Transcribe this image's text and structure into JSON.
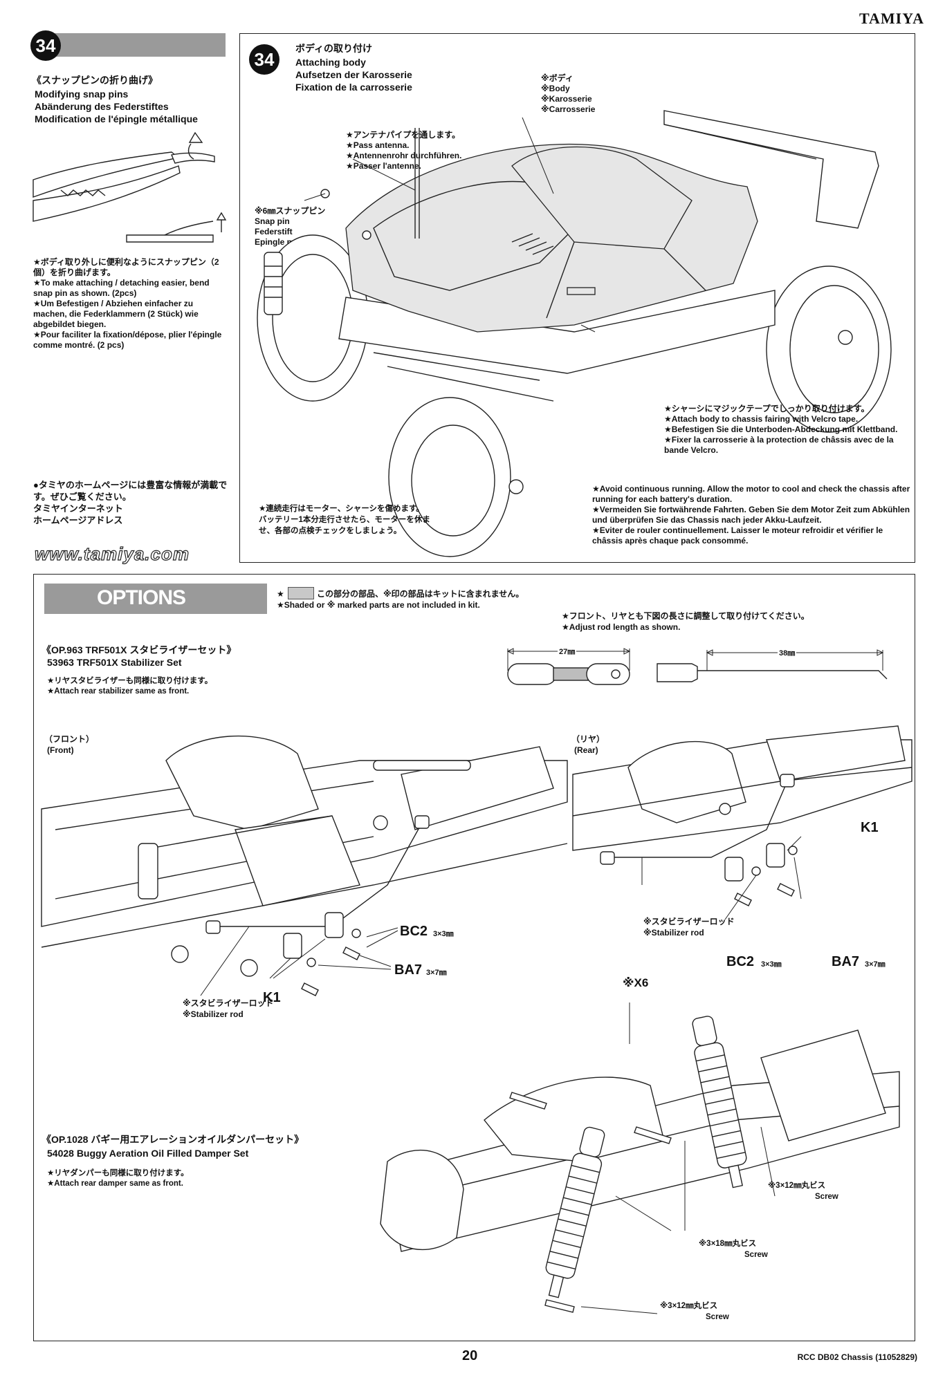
{
  "header": {
    "brand": "TAMIYA"
  },
  "step34_left": {
    "number": "34",
    "title_jp": "《スナップピンの折り曲げ》",
    "title_en": "Modifying snap pins",
    "title_de": "Abänderung des Federstiftes",
    "title_fr": "Modification de l'épingle métallique",
    "note": "★ボディ取り外しに便利なようにスナップピン（2個）を折り曲げます。\n★To make attaching / detaching easier, bend snap pin as shown. (2pcs)\n★Um Befestigen / Abziehen einfacher zu machen, die Federklammern (2 Stück) wie abgebildet biegen.\n★Pour faciliter la fixation/dépose, plier l'épingle comme montré. (2 pcs)",
    "homepage_note": "●タミヤのホームページには豊富な情報が満載です。ぜひご覧ください。\nタミヤインターネット\nホームページアドレス",
    "url": "www.tamiya.com"
  },
  "step34_main": {
    "number": "34",
    "title_jp": "ボディの取り付け",
    "title_en": "Attaching body",
    "title_de": "Aufsetzen der Karosserie",
    "title_fr": "Fixation de la carrosserie",
    "body_label": "※ボディ\n※Body\n※Karosserie\n※Carrosserie",
    "antenna_note": "★アンテナパイプを通します。\n★Pass antenna.\n★Antennenrohr durchführen.\n★Passer l'antenne.",
    "snap_pin_label": "※6㎜スナップピン\nSnap pin\nFederstift\nEpingle métallique",
    "velcro_note": "★シャーシにマジックテープでしっかり取り付けます。\n★Attach body to chassis fairing with Velcro tape.\n★Befestigen Sie die Unterboden-Abdeckung mit Klettband.\n★Fixer la carrosserie à la protection de châssis avec de la bande Velcro.",
    "running_note_jp": "★連続走行はモーター、シャーシを傷めます。バッテリー1本分走行させたら、モーターを休ませ、各部の点検チェックをしましょう。",
    "running_note": "★Avoid continuous running. Allow the motor to cool and check the chassis after running for each battery's duration.\n★Vermeiden Sie fortwährende Fahrten. Geben Sie dem Motor Zeit zum Abkühlen und überprüfen Sie das Chassis nach jeder Akku-Laufzeit.\n★Eviter de rouler continuellement. Laisser le moteur refroidir et vérifier le châssis après chaque pack consommé."
  },
  "options": {
    "heading": "OPTIONS",
    "legend_jp": "この部分の部品、※印の部品はキットに含まれません。",
    "legend_star": "★",
    "legend_en": "★Shaded or ※ marked parts are not included in kit.",
    "rod_note_jp": "★フロント、リヤとも下図の長さに調整して取り付けてください。",
    "rod_note_en": "★Adjust rod length as shown.",
    "rod_len_1": "27㎜",
    "rod_len_2": "38㎜",
    "op963_jp": "《OP.963 TRF501X スタビライザーセット》",
    "op963_en": "53963 TRF501X Stabilizer Set",
    "op963_note": "★リヤスタビライザーも同様に取り付けます。\n★Attach rear stabilizer same as front.",
    "front_jp": "（フロント）",
    "front_en": "(Front)",
    "rear_jp": "（リヤ）",
    "rear_en": "(Rear)",
    "bc2": "BC2",
    "bc2_size": "3×3㎜",
    "ba7": "BA7",
    "ba7_size": "3×7㎜",
    "k1": "K1",
    "stab_rod_jp": "※スタビライザーロッド",
    "stab_rod_en": "※Stabilizer rod",
    "x6": "※X6",
    "op1028_jp": "《OP.1028 バギー用エアレーションオイルダンパーセット》",
    "op1028_en": "54028 Buggy Aeration Oil Filled Damper Set",
    "op1028_note": "★リヤダンパーも同様に取り付けます。\n★Attach rear damper same as front.",
    "screw12_jp": "※3×12㎜丸ビス",
    "screw18_jp": "※3×18㎜丸ビス",
    "screw_en": "Screw"
  },
  "footer": {
    "page": "20",
    "doc": "RCC DB02 Chassis (11052829)"
  }
}
